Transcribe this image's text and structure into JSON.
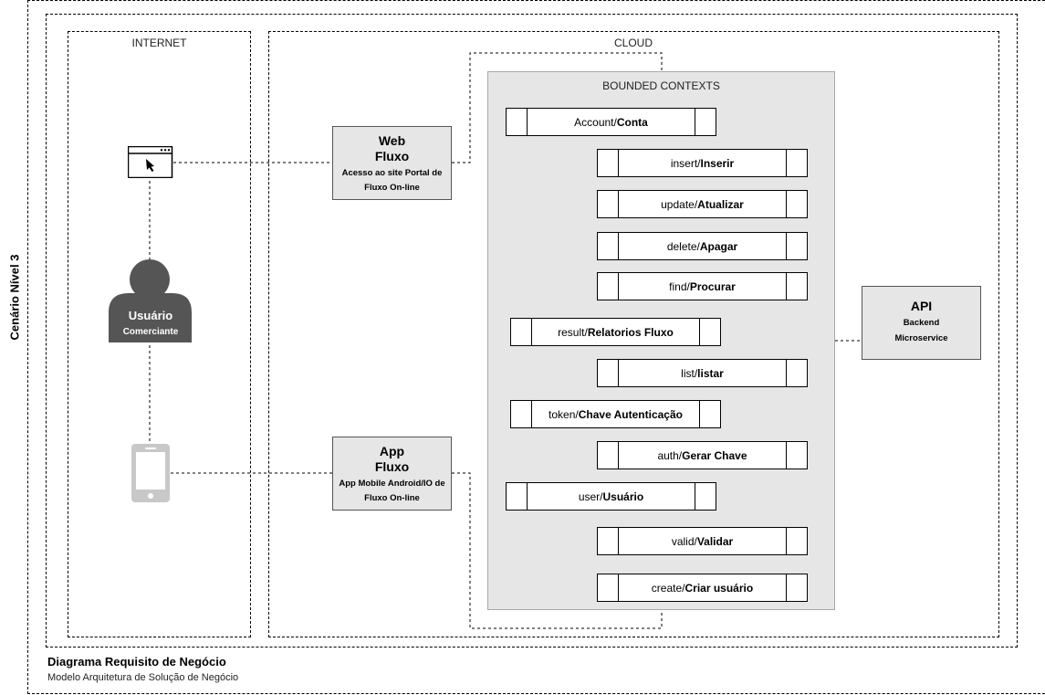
{
  "scenario_label": "Cenário Nível 3",
  "zones": {
    "internet": "INTERNET",
    "cloud": "CLOUD",
    "bounded_contexts": "BOUNDED CONTEXTS"
  },
  "actor": {
    "line1": "Usuário",
    "line2": "Comerciante"
  },
  "web_box": {
    "title1": "Web",
    "title2": "Fluxo",
    "sub1": "Acesso ao site Portal de",
    "sub2": "Fluxo On-line"
  },
  "app_box": {
    "title1": "App",
    "title2": "Fluxo",
    "sub1": "App Mobile Android/IO de",
    "sub2": "Fluxo On-line"
  },
  "api_box": {
    "title": "API",
    "sub1": "Backend",
    "sub2": "Microservice"
  },
  "contexts": {
    "account": {
      "prefix": "Account/",
      "label": "Conta"
    },
    "insert": {
      "prefix": "insert/",
      "label": "Inserir"
    },
    "update": {
      "prefix": "update/",
      "label": "Atualizar"
    },
    "delete": {
      "prefix": "delete/",
      "label": "Apagar"
    },
    "find": {
      "prefix": "find/",
      "label": "Procurar"
    },
    "result": {
      "prefix": "result/",
      "label": "Relatorios Fluxo"
    },
    "list": {
      "prefix": "list/",
      "label": "listar"
    },
    "token": {
      "prefix": "token/",
      "label": "Chave Autenticação"
    },
    "auth": {
      "prefix": "auth/",
      "label": "Gerar Chave"
    },
    "user": {
      "prefix": "user/",
      "label": "Usuário"
    },
    "valid": {
      "prefix": "valid/",
      "label": "Validar"
    },
    "create": {
      "prefix": "create/",
      "label": "Criar usuário"
    }
  },
  "footer": {
    "title": "Diagrama Requisito de Negócio",
    "subtitle": "Modelo Arquitetura de Solução de Negócio"
  }
}
